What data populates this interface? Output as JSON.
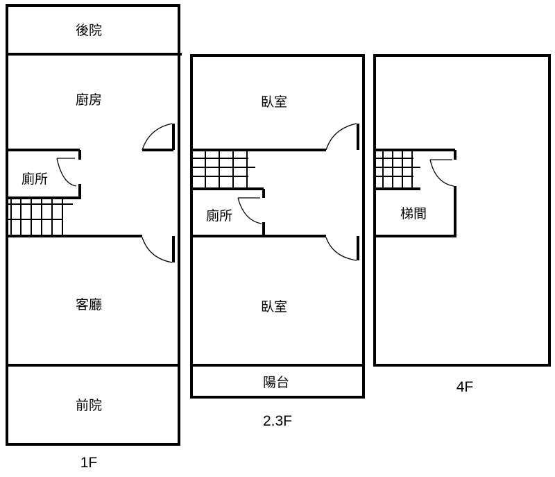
{
  "floor_1": {
    "label": "1F",
    "rooms": {
      "backyard": "後院",
      "kitchen": "廚房",
      "toilet": "廁所",
      "living_room": "客廳",
      "front_yard": "前院"
    }
  },
  "floor_2_3": {
    "label": "2.3F",
    "rooms": {
      "bedroom_top": "臥室",
      "toilet": "廁所",
      "bedroom_bottom": "臥室",
      "balcony": "陽台"
    }
  },
  "floor_4": {
    "label": "4F",
    "rooms": {
      "stairwell": "梯間"
    }
  }
}
